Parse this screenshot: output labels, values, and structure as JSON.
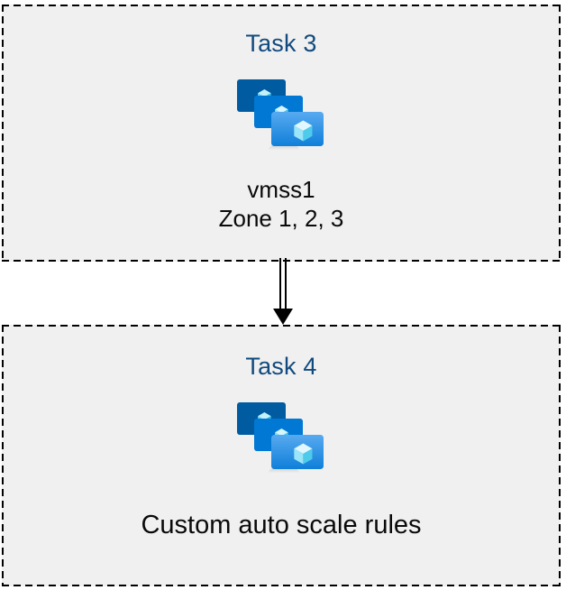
{
  "diagram": {
    "type": "flow",
    "title": "",
    "background_color": "#ffffff",
    "box_fill_color": "#f0f0f0",
    "box_border_color": "#000000",
    "box_border_style": "dashed",
    "heading_color": "#114a7e",
    "caption_color": "#0a0a0a",
    "connector": {
      "name": "double-line-arrow",
      "direction": "down",
      "from": "Task 3",
      "to": "Task 4",
      "color": "#000000",
      "style": "double line with solid triangular arrowhead"
    },
    "nodes": [
      {
        "id": "task3",
        "title": "Task 3",
        "icon": "vm-scale-set-icon",
        "caption_lines": [
          "vmss1",
          "Zone 1, 2, 3"
        ]
      },
      {
        "id": "task4",
        "title": "Task 4",
        "icon": "vm-scale-set-icon",
        "caption_lines": [
          "Custom auto scale rules"
        ]
      }
    ]
  },
  "icon_colors": {
    "monitor_back": "#005ba1",
    "monitor_middle": "#0078d4",
    "monitor_front_top": "#50a8ee",
    "monitor_front_bottom": "#0f7fd9",
    "cube_light": "#c3f1fb",
    "cube_mid": "#9ae5f7",
    "cube_dark": "#32bfe8",
    "stand_dark": "#9e9e9e",
    "stand_light": "#d8d8d8"
  }
}
